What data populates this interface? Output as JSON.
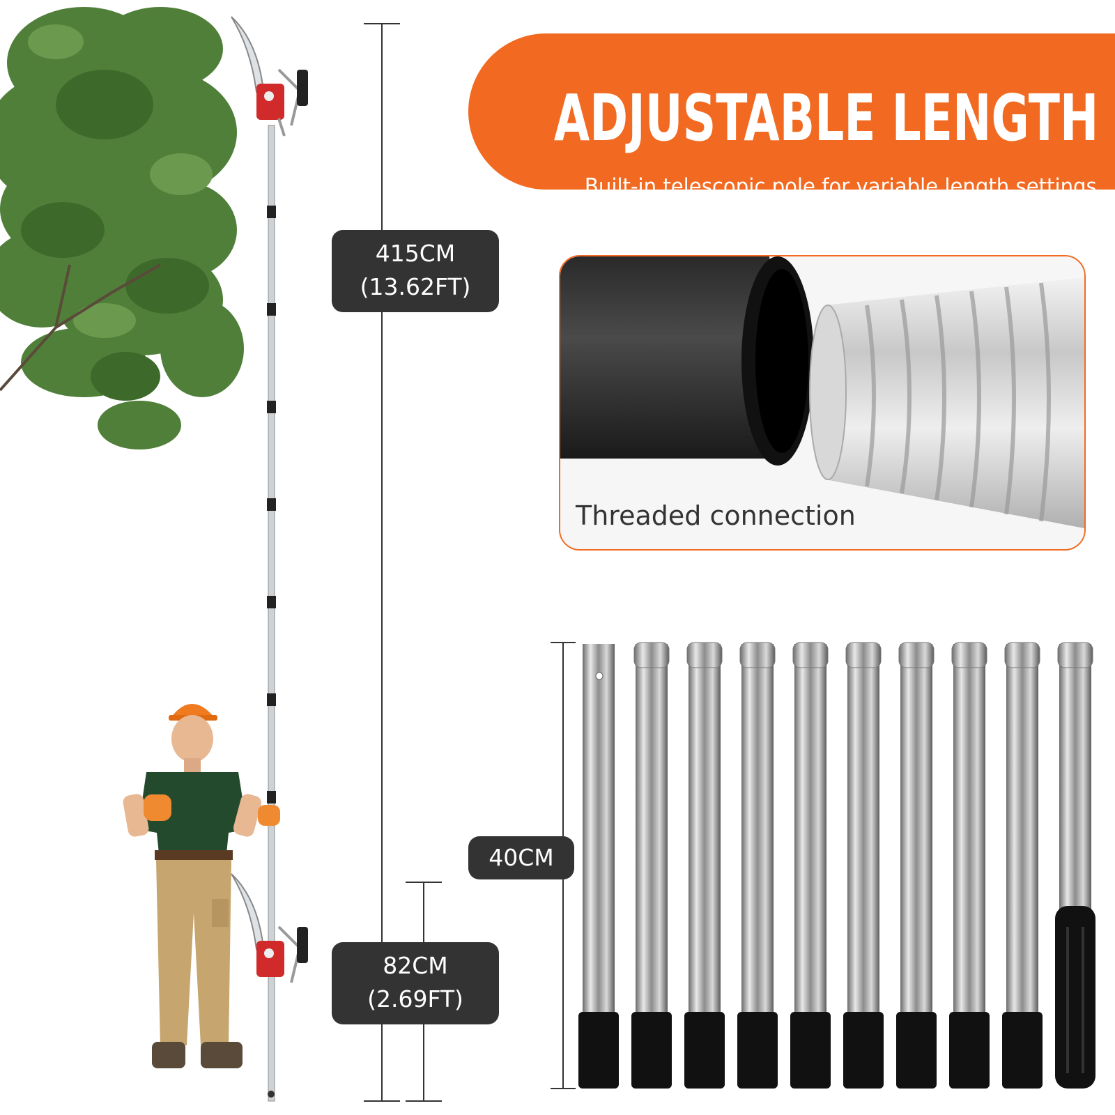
{
  "header": {
    "title": "ADJUSTABLE LENGTH",
    "subtitle": "Built-in telescopic pole for variable length settings"
  },
  "dimensions": {
    "max_length": {
      "metric": "415CM",
      "imperial": "(13.62FT)"
    },
    "min_length": {
      "metric": "82CM",
      "imperial": "(2.69FT)"
    },
    "section_length": {
      "metric": "40CM"
    }
  },
  "inset": {
    "caption": "Threaded connection"
  },
  "colors": {
    "accent": "#f26a21",
    "label_bg": "#333333",
    "text_light": "#ffffff",
    "foliage": "#4a7a35",
    "tool_red": "#d12a2a"
  },
  "icons": [
    "tree-image",
    "pole-saw-image",
    "worker-image",
    "threaded-tube-image",
    "pole-section-image"
  ]
}
